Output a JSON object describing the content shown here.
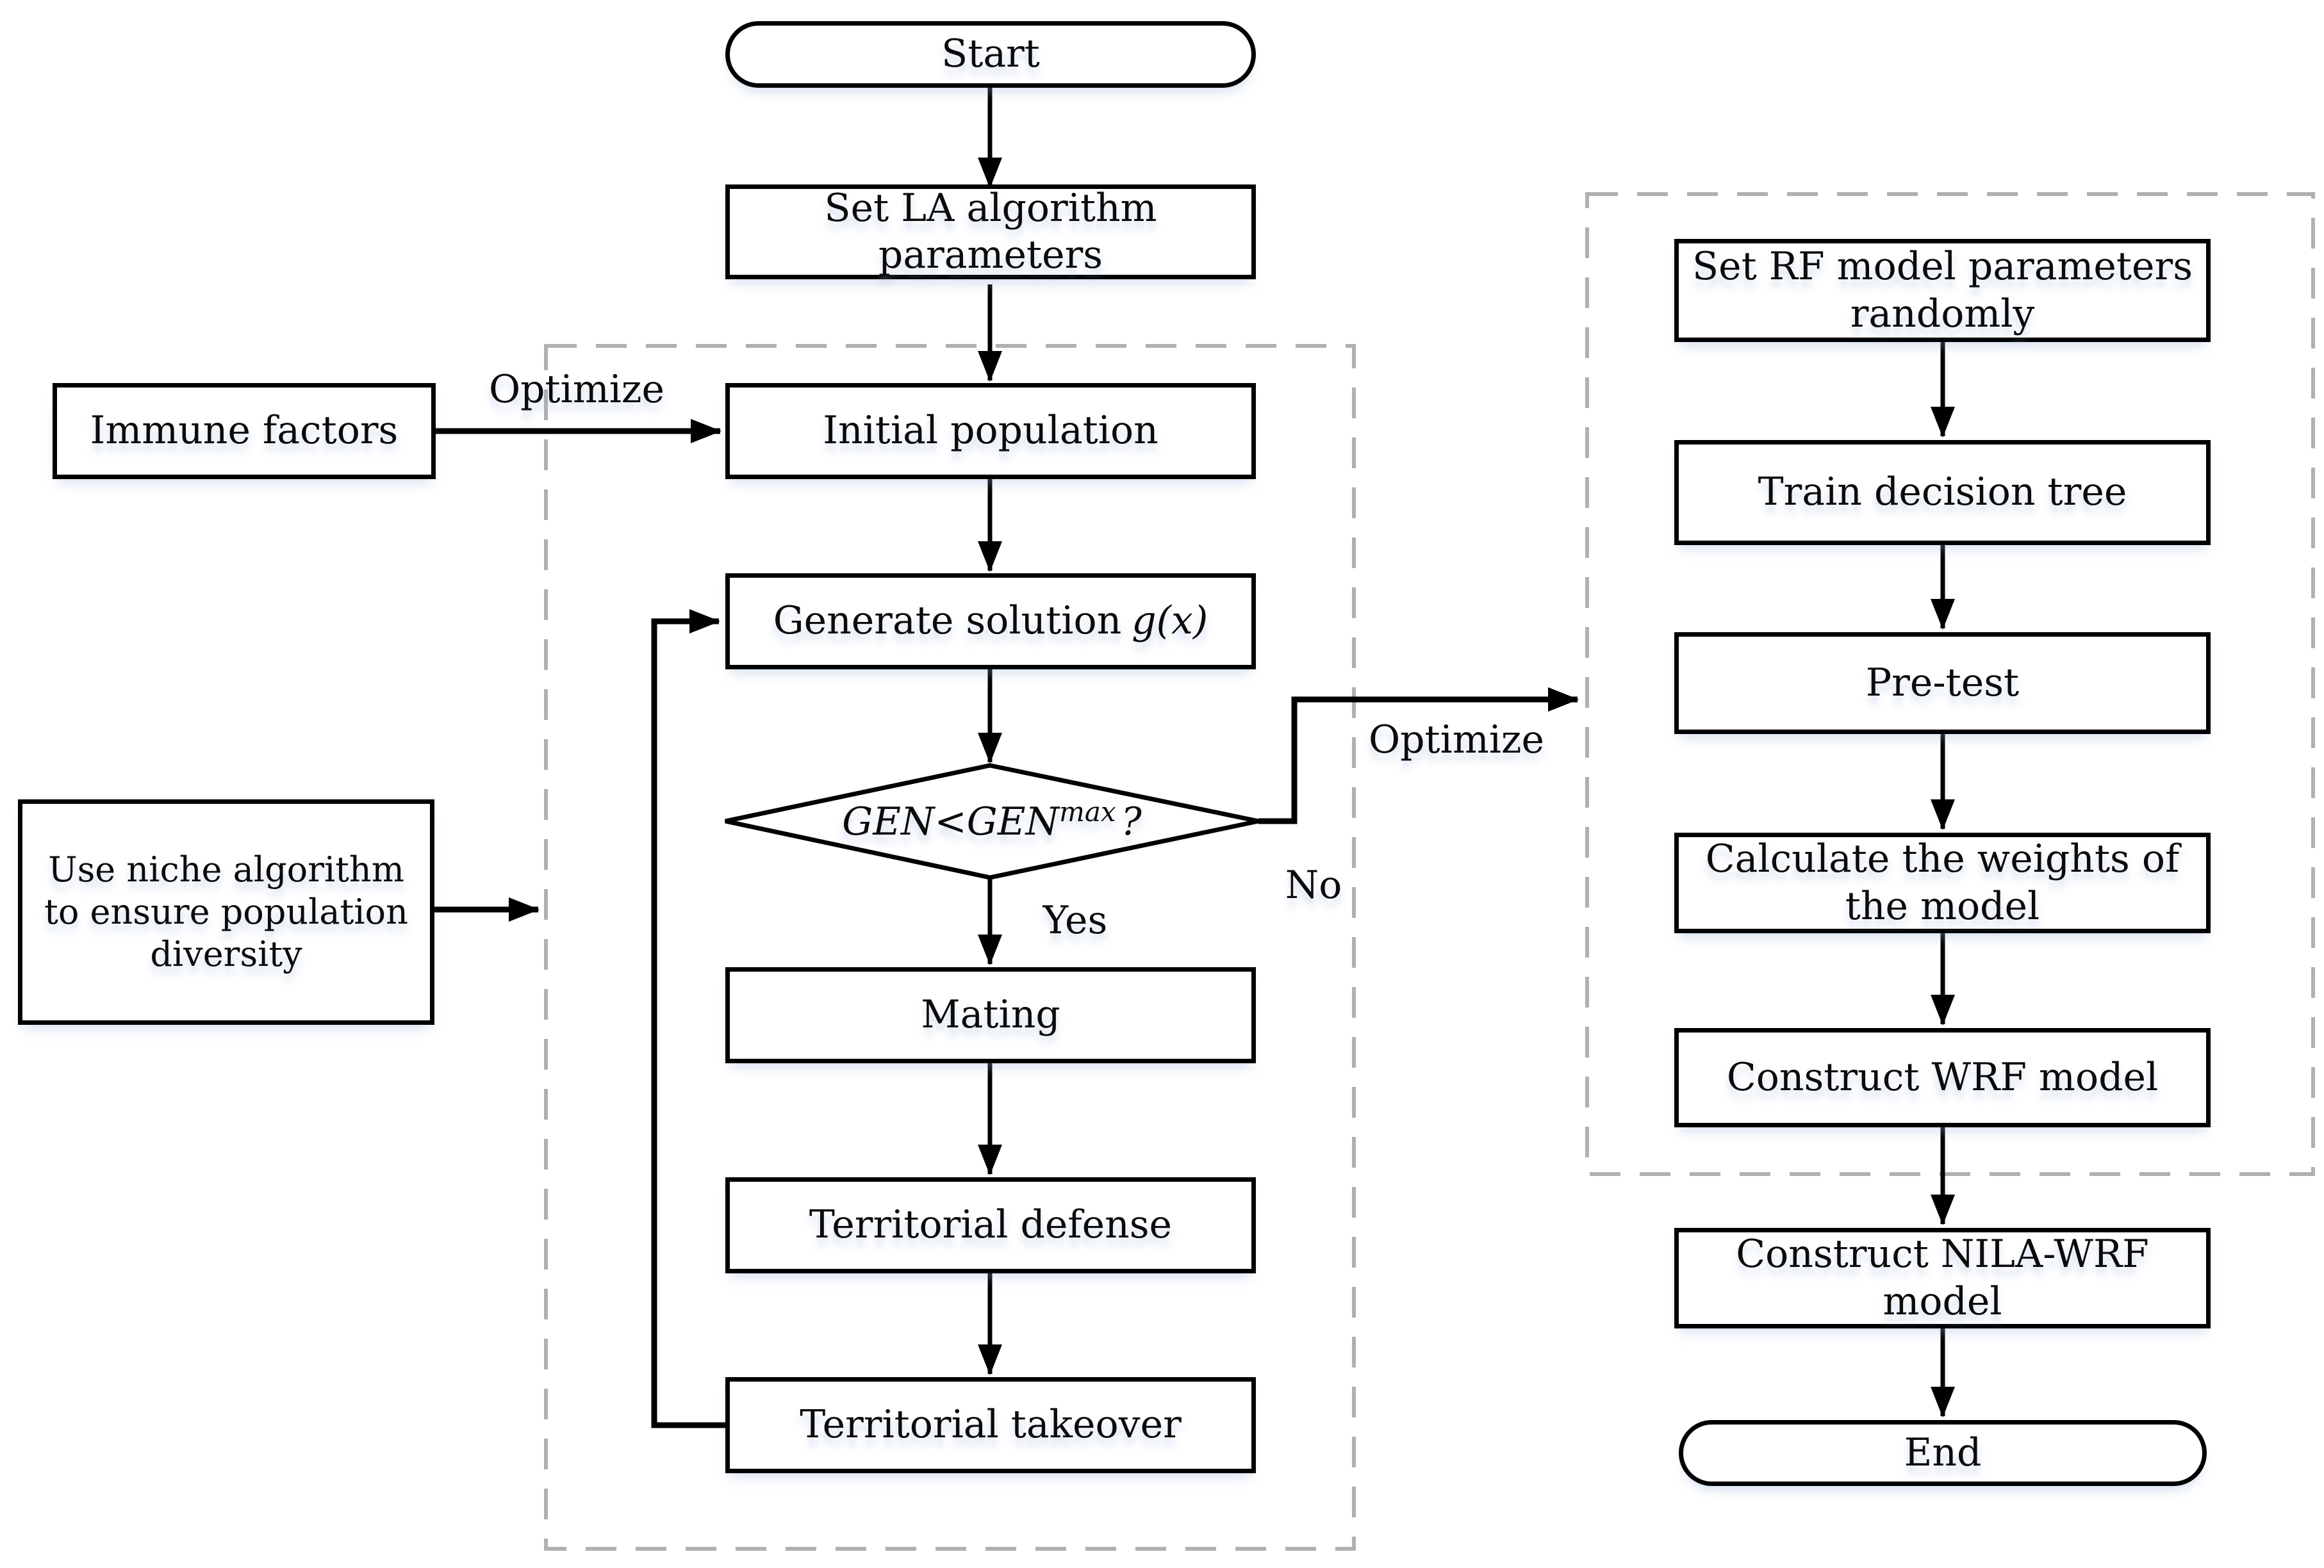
{
  "nodes": {
    "start": {
      "label": "Start"
    },
    "set_la": {
      "label": [
        "Set LA algorithm",
        "parameters"
      ]
    },
    "immune": {
      "label": "Immune factors"
    },
    "initial": {
      "label": "Initial population"
    },
    "generate": {
      "text": "Generate solution",
      "math": "g(x)"
    },
    "decision": {
      "base": "GEN<GEN",
      "sup": "max",
      "suffix": "?"
    },
    "mating": {
      "label": "Mating"
    },
    "defense": {
      "label": "Territorial defense"
    },
    "takeover": {
      "label": "Territorial takeover"
    },
    "niche": {
      "label": [
        "Use niche algorithm",
        "to ensure population",
        "diversity"
      ]
    },
    "set_rf": {
      "label": [
        "Set RF model parameters",
        "randomly"
      ]
    },
    "train": {
      "label": "Train decision tree"
    },
    "pretest": {
      "label": "Pre-test"
    },
    "weights": {
      "label": [
        "Calculate the weights of",
        "the model"
      ]
    },
    "wrf": {
      "label": "Construct WRF model"
    },
    "nila": {
      "label": [
        "Construct NILA-WRF",
        "model"
      ]
    },
    "end": {
      "label": "End"
    }
  },
  "edge_labels": {
    "optimize_left": "Optimize",
    "optimize_right": "Optimize",
    "yes": "Yes",
    "no": "No"
  },
  "colors": {
    "line": "#000000",
    "box_border": "#000000",
    "dashed_border": "#b0b0b0",
    "background": "#ffffff",
    "text": "#0b0b0b"
  }
}
